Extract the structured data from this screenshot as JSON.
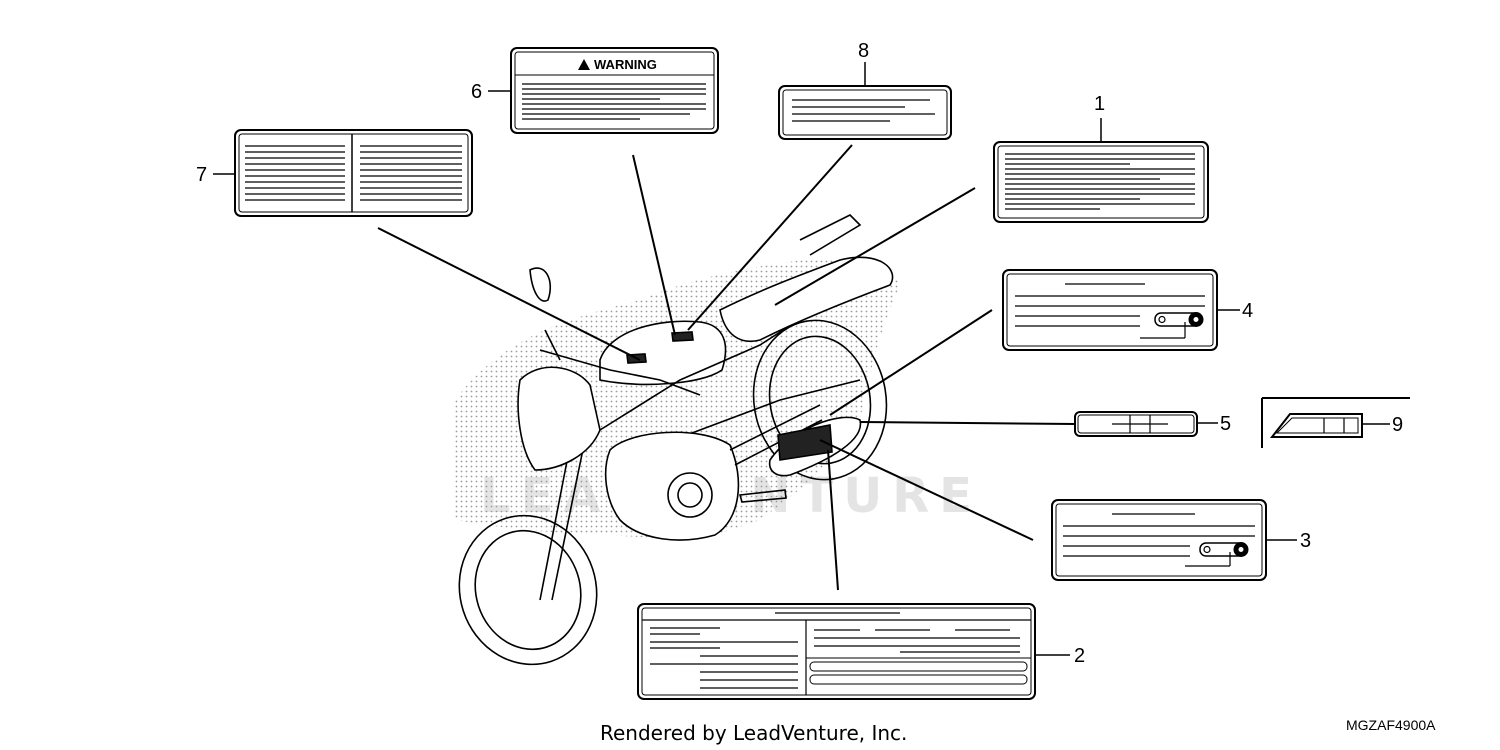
{
  "diagram": {
    "callouts": [
      "1",
      "2",
      "3",
      "4",
      "5",
      "6",
      "7",
      "8",
      "9"
    ],
    "warning_label": "WARNING",
    "watermark": "LEADVENTURE",
    "footer": "Rendered by LeadVenture, Inc.",
    "diagram_code": "MGZAF4900A",
    "colors": {
      "line": "#000000",
      "shading": "#9a9a9a",
      "background": "#ffffff"
    }
  }
}
